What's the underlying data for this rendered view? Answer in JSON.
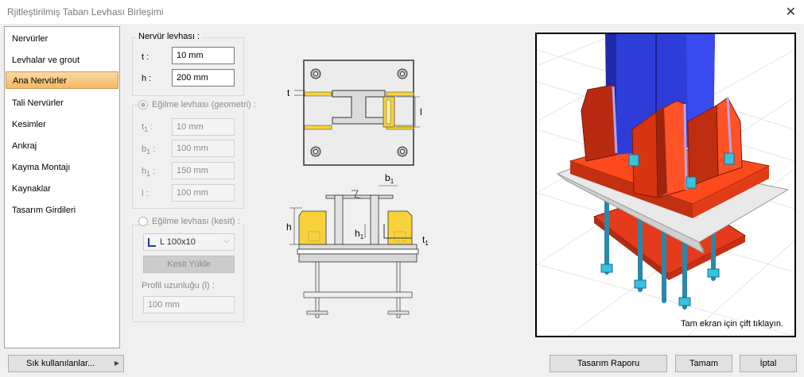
{
  "window": {
    "title": "Rjitleştirilmiş Taban Levhası Birleşimi",
    "close_icon": "close-icon"
  },
  "sidebar": {
    "items": [
      {
        "label": "Nervürler"
      },
      {
        "label": "Levhalar ve grout"
      },
      {
        "label": "Ana Nervürler",
        "active": true
      },
      {
        "label": "Tali Nervürler"
      },
      {
        "label": "Kesimler"
      },
      {
        "label": "Ankraj"
      },
      {
        "label": "Kayma Montajı"
      },
      {
        "label": "Kaynaklar"
      },
      {
        "label": "Tasarım Girdileri"
      }
    ]
  },
  "rib_plate": {
    "legend": "Nervür levhası :",
    "t_label": "t :",
    "t_value": "10 mm",
    "h_label": "h :",
    "h_value": "200 mm"
  },
  "bend_geom": {
    "legend": "Eğilme levhası (geometri) :",
    "t1_value": "10 mm",
    "b1_value": "100 mm",
    "h1_value": "150 mm",
    "l_label": "l :",
    "l_value": "100 mm"
  },
  "bend_section": {
    "legend": "Eğilme levhası (kesit) :",
    "profile_value": "L 100x10",
    "load_button": "Kesit Yükle",
    "length_label": "Profil uzunluğu (l) :",
    "length_value": "100 mm"
  },
  "diagram": {
    "t_sym": "t",
    "l_sym": "l",
    "b1_sym": "b",
    "h_sym": "h",
    "h1_sym": "h",
    "t1_sym": "t",
    "sub": "1"
  },
  "view": {
    "hint": "Tam ekran için çift tıklayın."
  },
  "footer": {
    "favorites": "Sık kullanılanlar...",
    "report": "Tasarım Raporu",
    "ok": "Tamam",
    "cancel": "İptal"
  },
  "colors": {
    "accent": "#f3b860",
    "steel_blue": "#2f3dd8",
    "plate_red": "#e63a1c",
    "weld_yellow": "#f7d23a"
  }
}
